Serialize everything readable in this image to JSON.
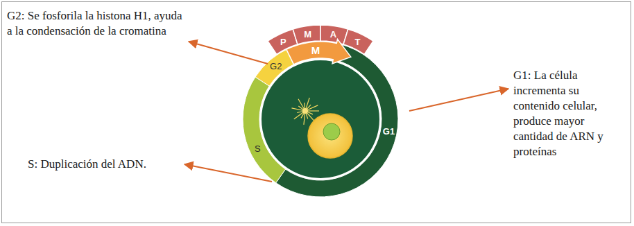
{
  "diagram": {
    "labels": [
      "P",
      "M",
      "A",
      "T",
      "G2: Se fosforila la histona H1, ayuda a la condensación de la cromatina",
      "M",
      "G2",
      "G1",
      "G1: La célula incrementa su contenido celular, produce mayor cantidad de ARN y proteínas",
      "S",
      "S: Duplicación del ADN."
    ]
  }
}
